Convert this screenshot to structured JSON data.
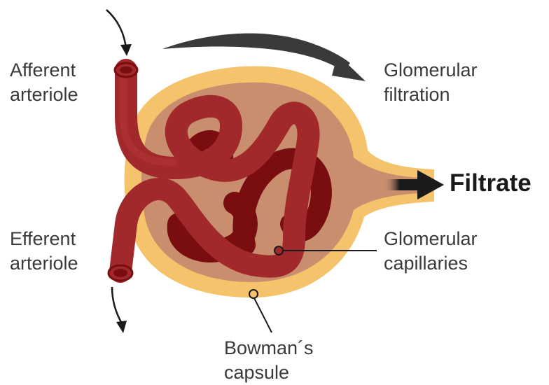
{
  "labels": {
    "afferent": [
      "Afferent",
      "arteriole"
    ],
    "efferent": [
      "Efferent",
      "arteriole"
    ],
    "glomerular_filtration": [
      "Glomerular",
      "filtration"
    ],
    "glomerular_capillaries": [
      "Glomerular",
      "capillaries"
    ],
    "bowmans_capsule": [
      "Bowman´s",
      "capsule"
    ],
    "filtrate": "Filtrate"
  },
  "colors": {
    "capsule_outer": "#f4c36b",
    "capsule_inner": "#c98e6e",
    "vessel": "#a2292b",
    "vessel_dark": "#7a0d0f",
    "arrow": "#3a3a3a",
    "text": "#3a3a3a"
  },
  "icons": [
    "flow-arrow-icon",
    "filtration-arrow-icon",
    "filtrate-arrow-icon",
    "pointer-dot-icon"
  ]
}
